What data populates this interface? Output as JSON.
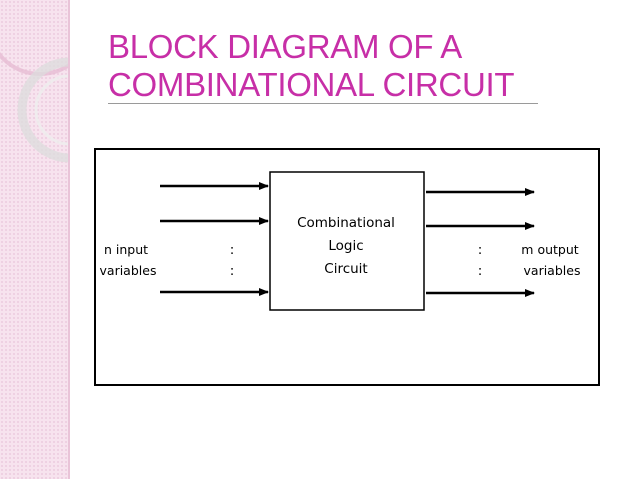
{
  "slide": {
    "title_line1": "BLOCK DIAGRAM OF A",
    "title_line2": "COMBINATIONAL CIRCUIT",
    "title_color": "#c72fa7",
    "accent_panel_color": "#f7e3ee"
  },
  "diagram": {
    "block_lines": [
      "Combinational",
      "Logic",
      "Circuit"
    ],
    "input_label_line1": "n input",
    "input_label_line2": "variables",
    "output_label_line1": "m output",
    "output_label_line2": "variables",
    "continuation_mark": ":"
  }
}
